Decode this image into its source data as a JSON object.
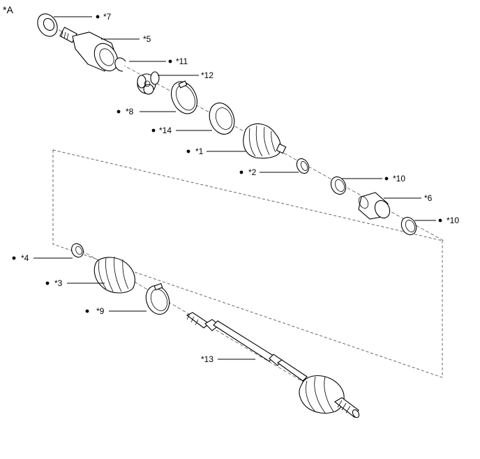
{
  "diagram": {
    "view_label": "*A",
    "callouts": [
      {
        "id": "c7",
        "text": "*7",
        "bullet": true
      },
      {
        "id": "c5",
        "text": "*5",
        "bullet": false
      },
      {
        "id": "c11",
        "text": "*11",
        "bullet": true
      },
      {
        "id": "c12",
        "text": "*12",
        "bullet": false
      },
      {
        "id": "c8",
        "text": "*8",
        "bullet": true
      },
      {
        "id": "c14",
        "text": "*14",
        "bullet": true
      },
      {
        "id": "c1",
        "text": "*1",
        "bullet": true
      },
      {
        "id": "c2",
        "text": "*2",
        "bullet": true
      },
      {
        "id": "c10a",
        "text": "*10",
        "bullet": true
      },
      {
        "id": "c6",
        "text": "*6",
        "bullet": false
      },
      {
        "id": "c10b",
        "text": "*10",
        "bullet": true
      },
      {
        "id": "c4",
        "text": "*4",
        "bullet": true
      },
      {
        "id": "c3",
        "text": "*3",
        "bullet": true
      },
      {
        "id": "c9",
        "text": "*9",
        "bullet": true
      },
      {
        "id": "c13",
        "text": "*13",
        "bullet": false
      }
    ]
  }
}
